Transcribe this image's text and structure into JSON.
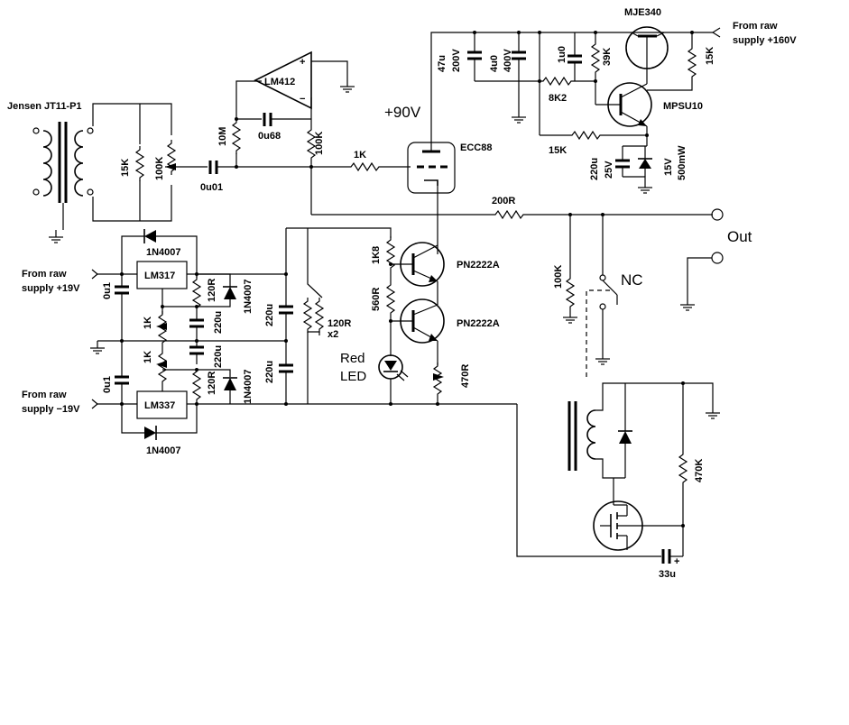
{
  "labels": {
    "transformer": "Jensen JT11-P1",
    "r_15k_in": "15K",
    "pot_100k_in": "100K",
    "c_0u01": "0u01",
    "r_10m": "10M",
    "c_0u68": "0u68",
    "opamp": "LM412",
    "r_100k_fb": "100K",
    "r_1k_grid": "1K",
    "plus90": "+90V",
    "tube": "ECC88",
    "c_47u": "47u",
    "c_47u_v": "200V",
    "c_4u0": "4u0",
    "c_4u0_v": "400V",
    "c_1u0": "1u0",
    "r_39k": "39K",
    "r_8k2": "8K2",
    "r_15k_a": "15K",
    "r_15k_b": "15K",
    "q_mje340": "MJE340",
    "q_mpsu10": "MPSU10",
    "c_220u_25v_a": "220u",
    "c_220u_25v_b": "25V",
    "z_15v_a": "15V",
    "z_15v_b": "500mW",
    "raw160_a": "From raw",
    "raw160_b": "supply +160V",
    "r_200r": "200R",
    "out": "Out",
    "r_100k_out": "100K",
    "nc": "NC",
    "r_1k8": "1K8",
    "r_560r": "560R",
    "q_pn_a": "PN2222A",
    "q_pn_b": "PN2222A",
    "r_120r_x2_a": "120R",
    "r_120r_x2_b": "x2",
    "led_a": "Red",
    "led_b": "LED",
    "pot_470r": "470R",
    "d_top": "1N4007",
    "d_bot": "1N4007",
    "d_r1": "1N4007",
    "d_r2": "1N4007",
    "lm317": "LM317",
    "lm337": "LM337",
    "raw19p_a": "From raw",
    "raw19p_b": "supply +19V",
    "raw19n_a": "From raw",
    "raw19n_b": "supply −19V",
    "c_0u1_a": "0u1",
    "c_0u1_b": "0u1",
    "r_120r_a": "120R",
    "r_120r_b": "120R",
    "c_220u_a": "220u",
    "c_220u_b": "220u",
    "c_220u_c": "220u",
    "c_220u_d": "220u",
    "r_1k_a": "1K",
    "r_1k_b": "1K",
    "r_470k": "470K",
    "c_33u": "33u",
    "c_plus": "+",
    "opamp_plus": "+",
    "opamp_minus": "−"
  }
}
